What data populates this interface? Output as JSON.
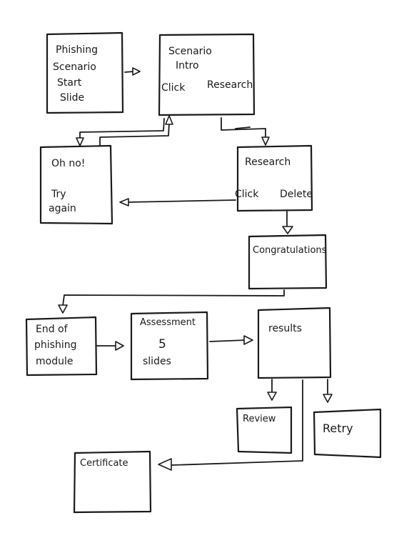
{
  "nodes": {
    "start": {
      "lines": [
        "Phishing",
        "Scenario",
        "Start",
        "Slide"
      ]
    },
    "intro": {
      "lines": [
        "Scenario",
        "Intro"
      ],
      "options": [
        "Click",
        "Research"
      ]
    },
    "ohno": {
      "lines": [
        "Oh no!",
        "Try",
        "again"
      ]
    },
    "research": {
      "lines": [
        "Research"
      ],
      "options": [
        "Click",
        "Delete"
      ]
    },
    "congrats": {
      "lines": [
        "Congratulations"
      ]
    },
    "end": {
      "lines": [
        "End of",
        "phishing",
        "module"
      ]
    },
    "assessment": {
      "lines": [
        "Assessment",
        "5",
        "slides"
      ]
    },
    "results": {
      "lines": [
        "results"
      ]
    },
    "review": {
      "lines": [
        "Review"
      ]
    },
    "retry": {
      "lines": [
        "Retry"
      ]
    },
    "certificate": {
      "lines": [
        "Certificate"
      ]
    }
  }
}
